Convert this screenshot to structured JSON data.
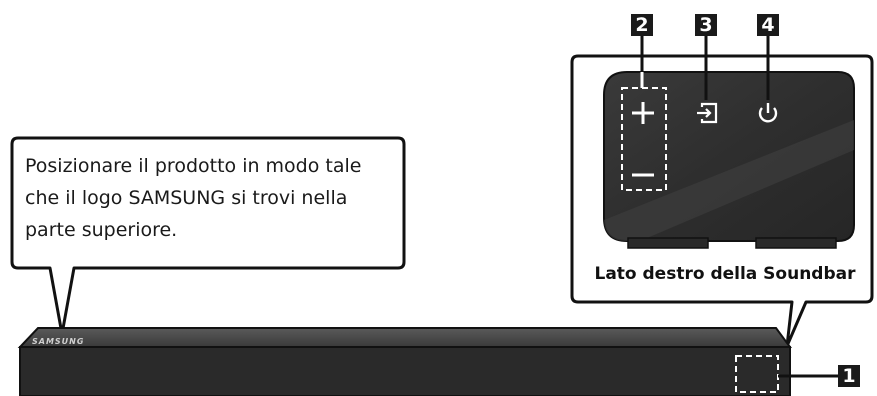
{
  "callout": {
    "text": "Posizionare il prodotto in modo tale che il logo SAMSUNG si trovi nella parte superiore."
  },
  "right_side": {
    "caption": "Lato destro della Soundbar"
  },
  "brand_logo": "SAMSUNG",
  "badges": {
    "sensor": "1",
    "volume": "2",
    "source": "3",
    "power": "4"
  },
  "panel_buttons": {
    "volume_up": "+",
    "volume_down": "–"
  },
  "icons": {
    "source": "source-input-icon",
    "power": "power-icon"
  },
  "colors": {
    "bar_body": "#2a2a2a",
    "bar_top": "#4a4a4a",
    "panel": "#303030",
    "badge": "#1a1a1a",
    "outline": "#111111"
  }
}
